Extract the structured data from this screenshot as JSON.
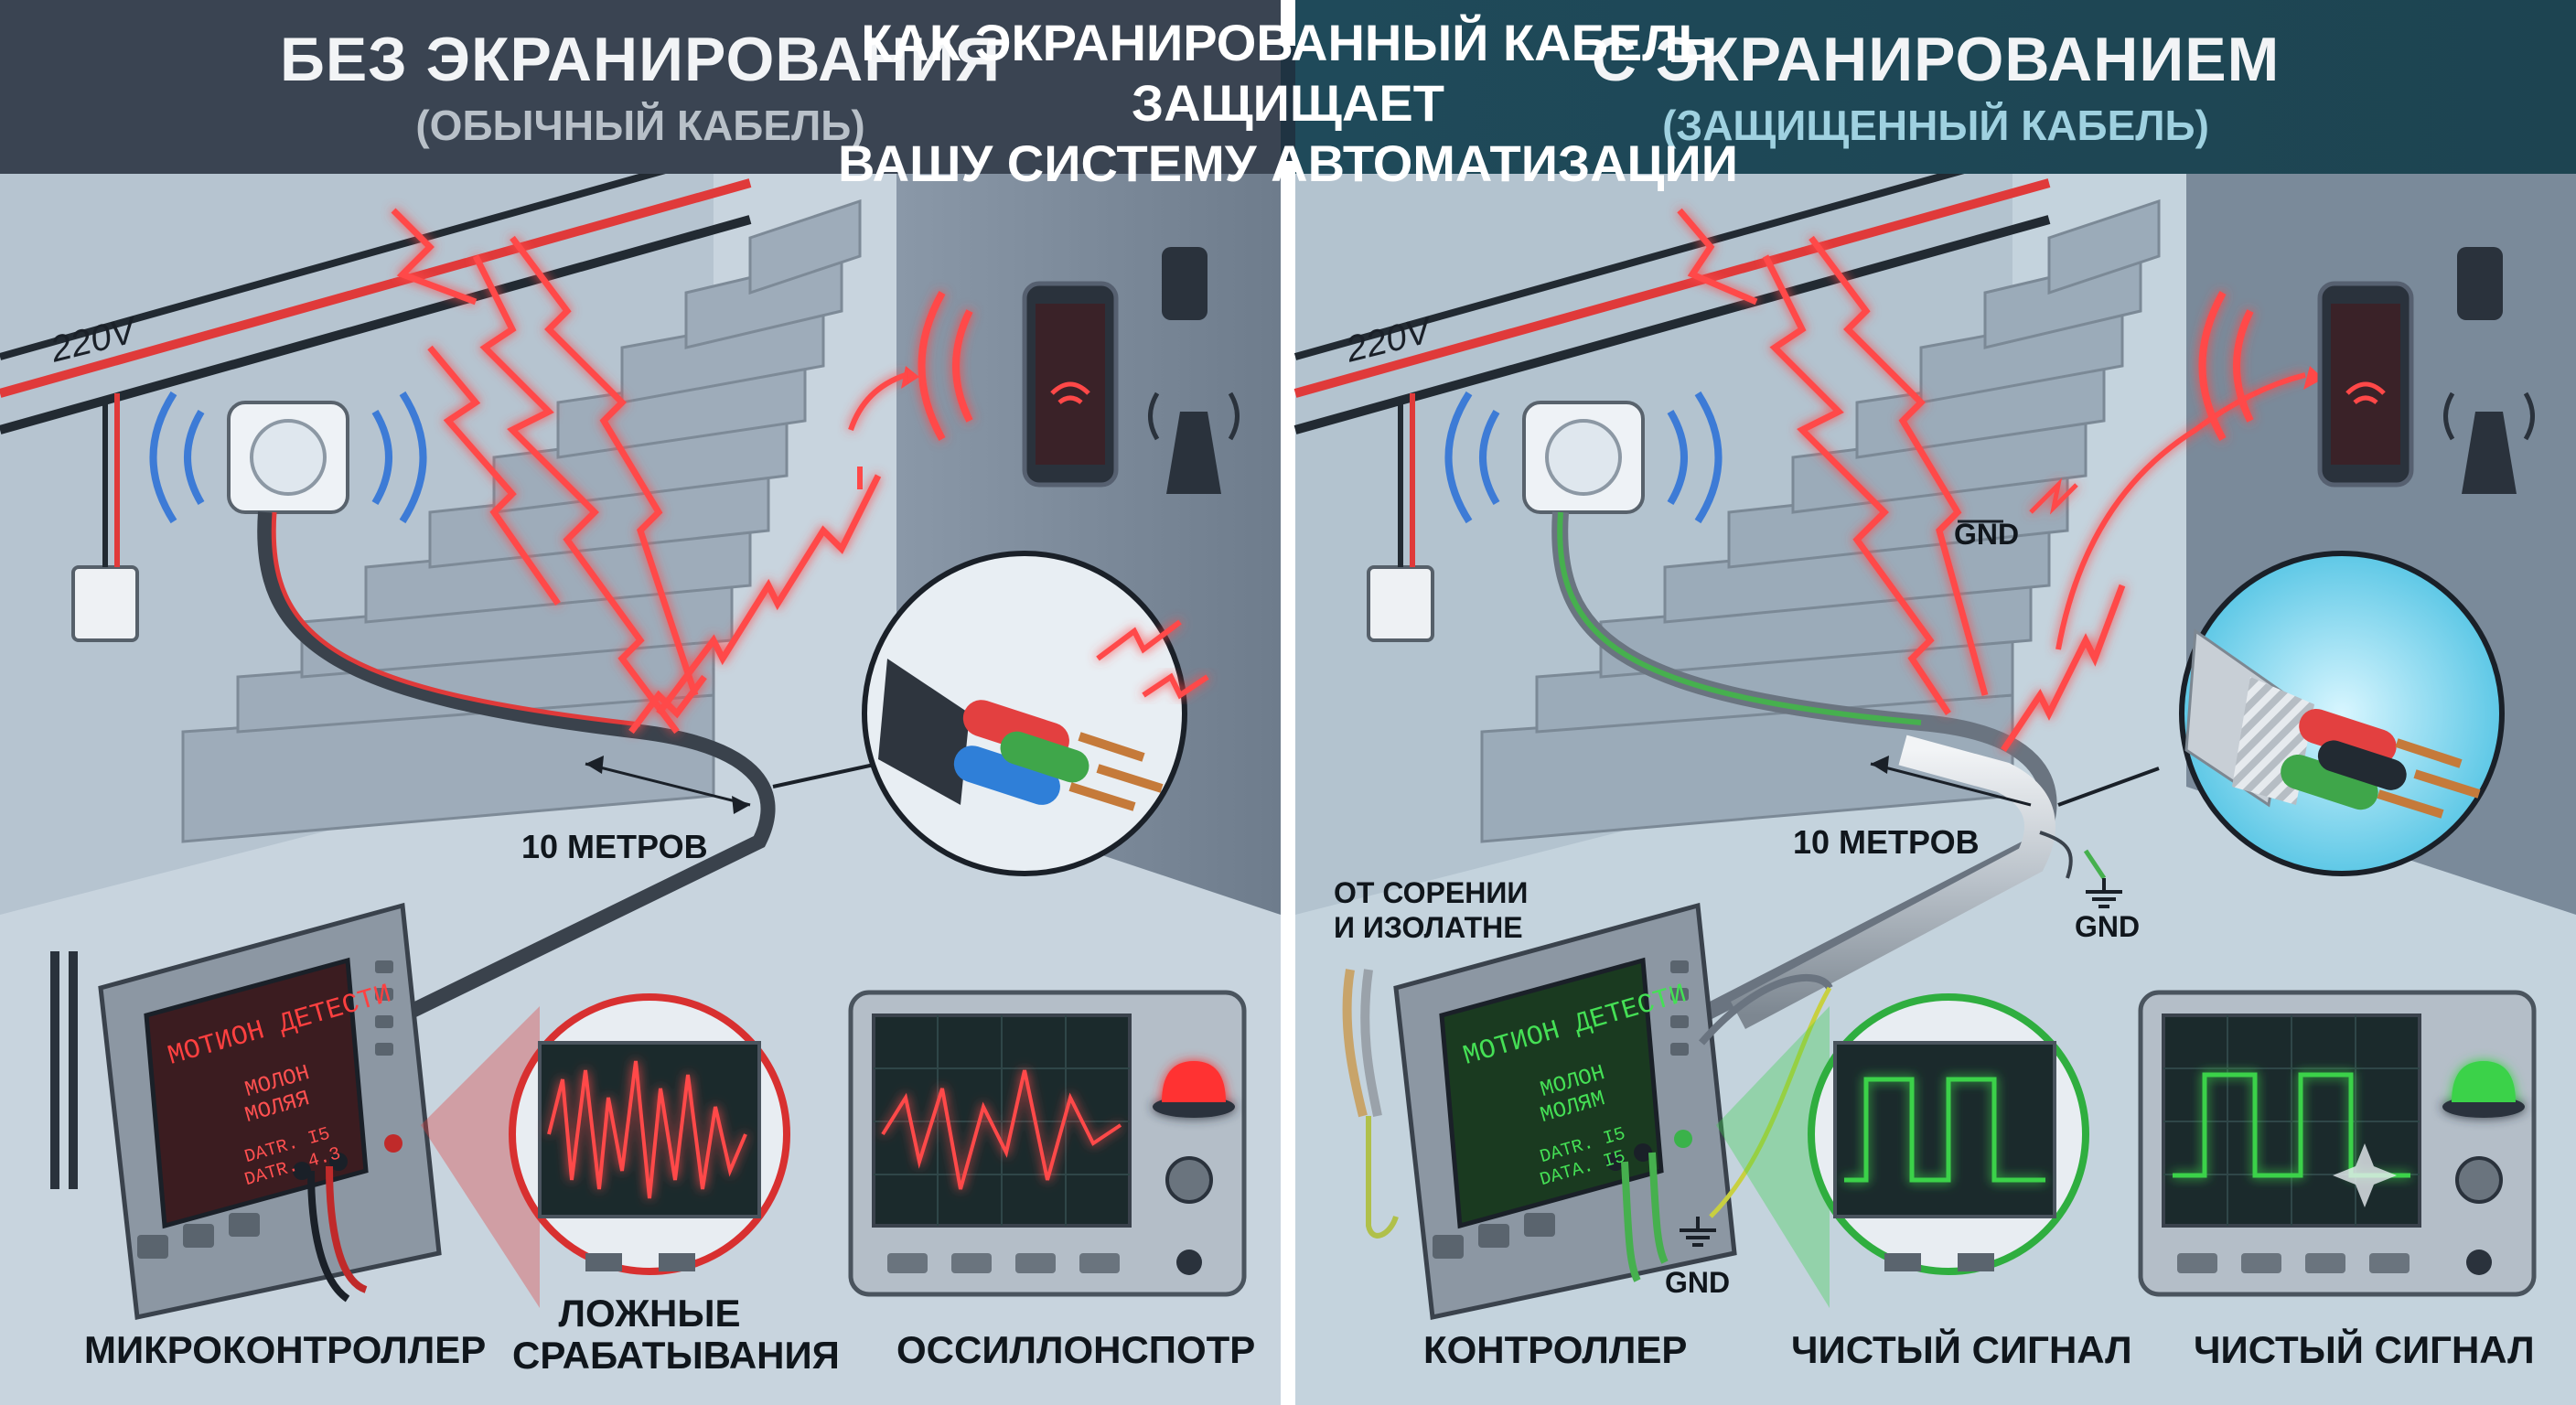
{
  "header": {
    "banner_line1": "КАК ЭКРАНИРОВАННЫЙ КАБЕЛЬ ЗАЩИЩАЕТ",
    "banner_line2": "ВАШУ СИСТЕМУ АВТОМАТИЗАЦИИ"
  },
  "left": {
    "title": "БЕЗ ЭКРАНИРОВАНИЯ",
    "subtitle": "(ОБЫЧНЫЙ КАБЕЛЬ)",
    "voltage": "220V",
    "distance": "10 МЕТРОВ",
    "screen_title": "МОТИОН ДЕТЕСТИ",
    "screen_line1": "МОЛОН",
    "screen_line2": "МОЛЯЯ",
    "screen_line3": "DATR. I5",
    "screen_line4": "DATR. 4.3",
    "label_controller": "МИКРОКОНТРОЛЛЕР",
    "label_false_1": "ЛОЖНЫЕ",
    "label_false_2": "СРАБАТЫВАНИЯ",
    "label_scope": "ОССИЛЛОНСПОТР"
  },
  "right": {
    "title": "С ЭКРАНИРОВАНИЕМ",
    "subtitle": "(ЗАЩИЩЕННЫЙ КАБЕЛЬ)",
    "voltage": "220V",
    "distance": "10 МЕТРОВ",
    "gnd_top": "GND",
    "gnd_cable": "GND",
    "gnd_controller": "GND",
    "note_1": "ОТ СОРЕНИИ",
    "note_2": "И ИЗОЛАТНЕ",
    "screen_title": "МОТИОН ДЕТЕСТИ",
    "screen_line1": "МОЛОН",
    "screen_line2": "МОЛЯМ",
    "screen_line3": "DATR. I5",
    "screen_line4": "DATA. I5",
    "label_controller": "КОНТРОЛЛЕР",
    "label_clean_1": "ЧИСТЫЙ СИГНАЛ",
    "label_clean_2": "ЧИСТЫЙ СИГНАЛ"
  },
  "colors": {
    "noise_red": "#e83a3a",
    "clean_green": "#3ad24a",
    "header_left": "#3a4452",
    "header_right": "#1f4a5a"
  }
}
